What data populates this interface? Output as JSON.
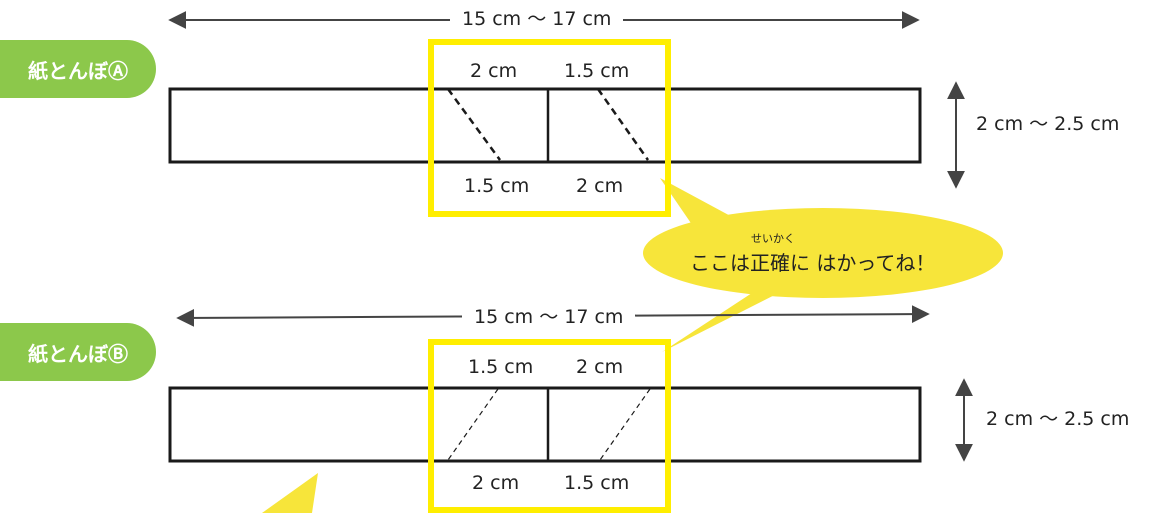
{
  "colors": {
    "badge": "#8cc84b",
    "highlight": "#ffee00",
    "bubble": "#f7e53a",
    "outline": "#1a1a1a",
    "arrow": "#444444"
  },
  "plane_a": {
    "badge": "紙とんぼⒶ",
    "length_label": "15 cm ～ 17 cm",
    "width_label": "2 cm ～ 2.5 cm",
    "top_left": "2 cm",
    "top_right": "1.5 cm",
    "bottom_left": "1.5 cm",
    "bottom_right": "2 cm"
  },
  "plane_b": {
    "badge": "紙とんぼⒷ",
    "length_label": "15 cm ～ 17 cm",
    "width_label": "2 cm ～ 2.5 cm",
    "top_left": "1.5 cm",
    "top_right": "2 cm",
    "bottom_left": "2 cm",
    "bottom_right": "1.5 cm"
  },
  "callout": {
    "text_before": "ここは",
    "kanji": "正確",
    "ruby": "せいかく",
    "text_after": "に はかってね！"
  }
}
